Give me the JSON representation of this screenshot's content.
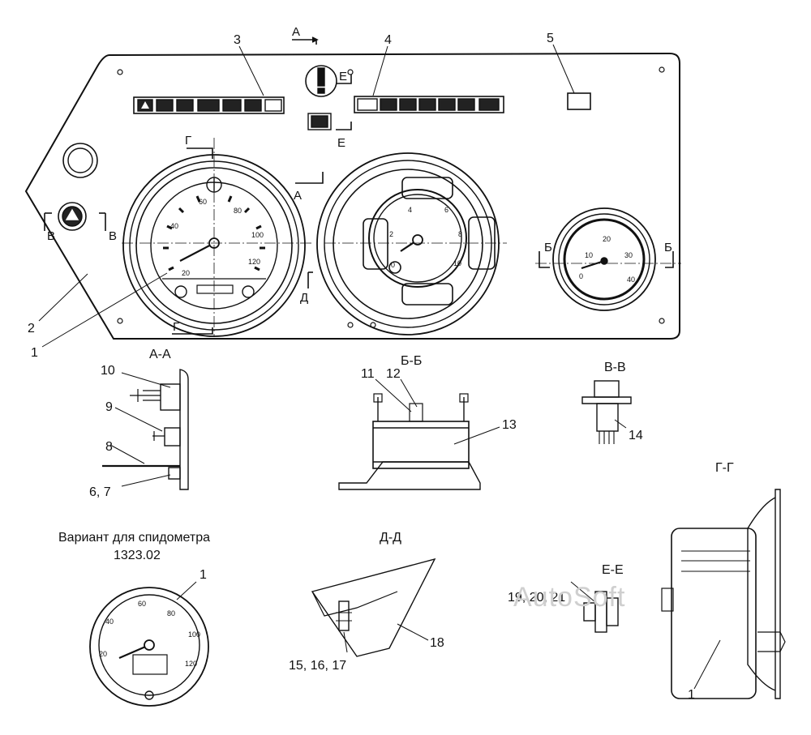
{
  "callouts": {
    "c1_left": "1",
    "c1_variant": "1",
    "c1_gg": "1",
    "c2": "2",
    "c3": "3",
    "c4": "4",
    "c5": "5",
    "c6_7": "6, 7",
    "c8": "8",
    "c9": "9",
    "c10": "10",
    "c11": "11",
    "c12": "12",
    "c13": "13",
    "c14": "14",
    "c15_17": "15, 16, 17",
    "c18": "18",
    "c19_21": "19, 20, 21"
  },
  "section_marks": {
    "A": "А",
    "B": "Б",
    "V": "В",
    "G": "Г",
    "D": "Д",
    "E": "Е"
  },
  "section_titles": {
    "aa": "А-А",
    "bb": "Б-Б",
    "vv": "В-В",
    "gg": "Г-Г",
    "dd": "Д-Д",
    "ee": "Е-Е"
  },
  "variant": {
    "caption_line1": "Вариант для спидометра",
    "caption_line2": "1323.02"
  },
  "speedometer_scale": [
    "20",
    "40",
    "60",
    "80",
    "100",
    "120"
  ],
  "variant_scale": [
    "20",
    "40",
    "60",
    "80",
    "100",
    "120"
  ],
  "tacho_scale": [
    "0",
    "2",
    "4",
    "6",
    "8",
    "10"
  ],
  "gauge_scale": [
    "0",
    "10",
    "20",
    "30",
    "40"
  ],
  "watermark": "AutoSoft"
}
